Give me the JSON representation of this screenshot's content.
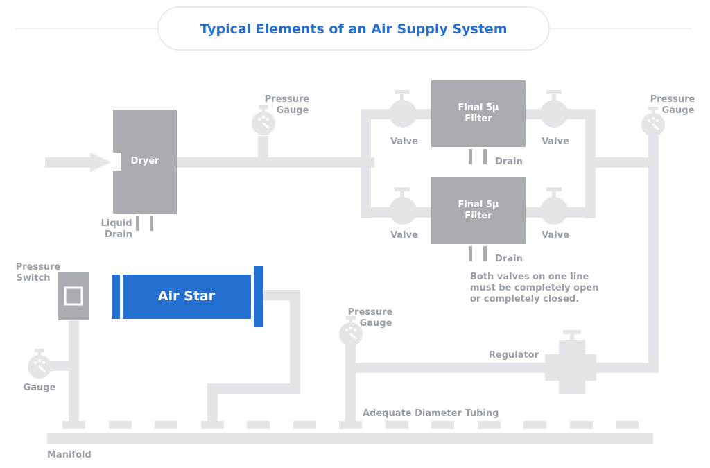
{
  "title": "Typical Elements of an Air Supply System",
  "components": {
    "dryer": "Dryer",
    "liquid_drain": [
      "Liquid",
      "Drain"
    ],
    "pressure_gauge": [
      "Pressure",
      "Gauge"
    ],
    "valve": "Valve",
    "final_filter": [
      "Final 5μ",
      "Filter"
    ],
    "drain": "Drain",
    "pressure_switch": [
      "Pressure",
      "Switch"
    ],
    "air_star": "Air Star",
    "gauge": "Gauge",
    "regulator": "Regulator",
    "tubing": "Adequate Diameter Tubing",
    "manifold": "Manifold"
  },
  "note": [
    "Both valves on  one line",
    "must be completely open",
    "or completely closed."
  ],
  "colors": {
    "pipe": "#e3e5e9",
    "component": "#a9acb1",
    "accent": "#2470d0",
    "label": "#9aa0a7"
  }
}
